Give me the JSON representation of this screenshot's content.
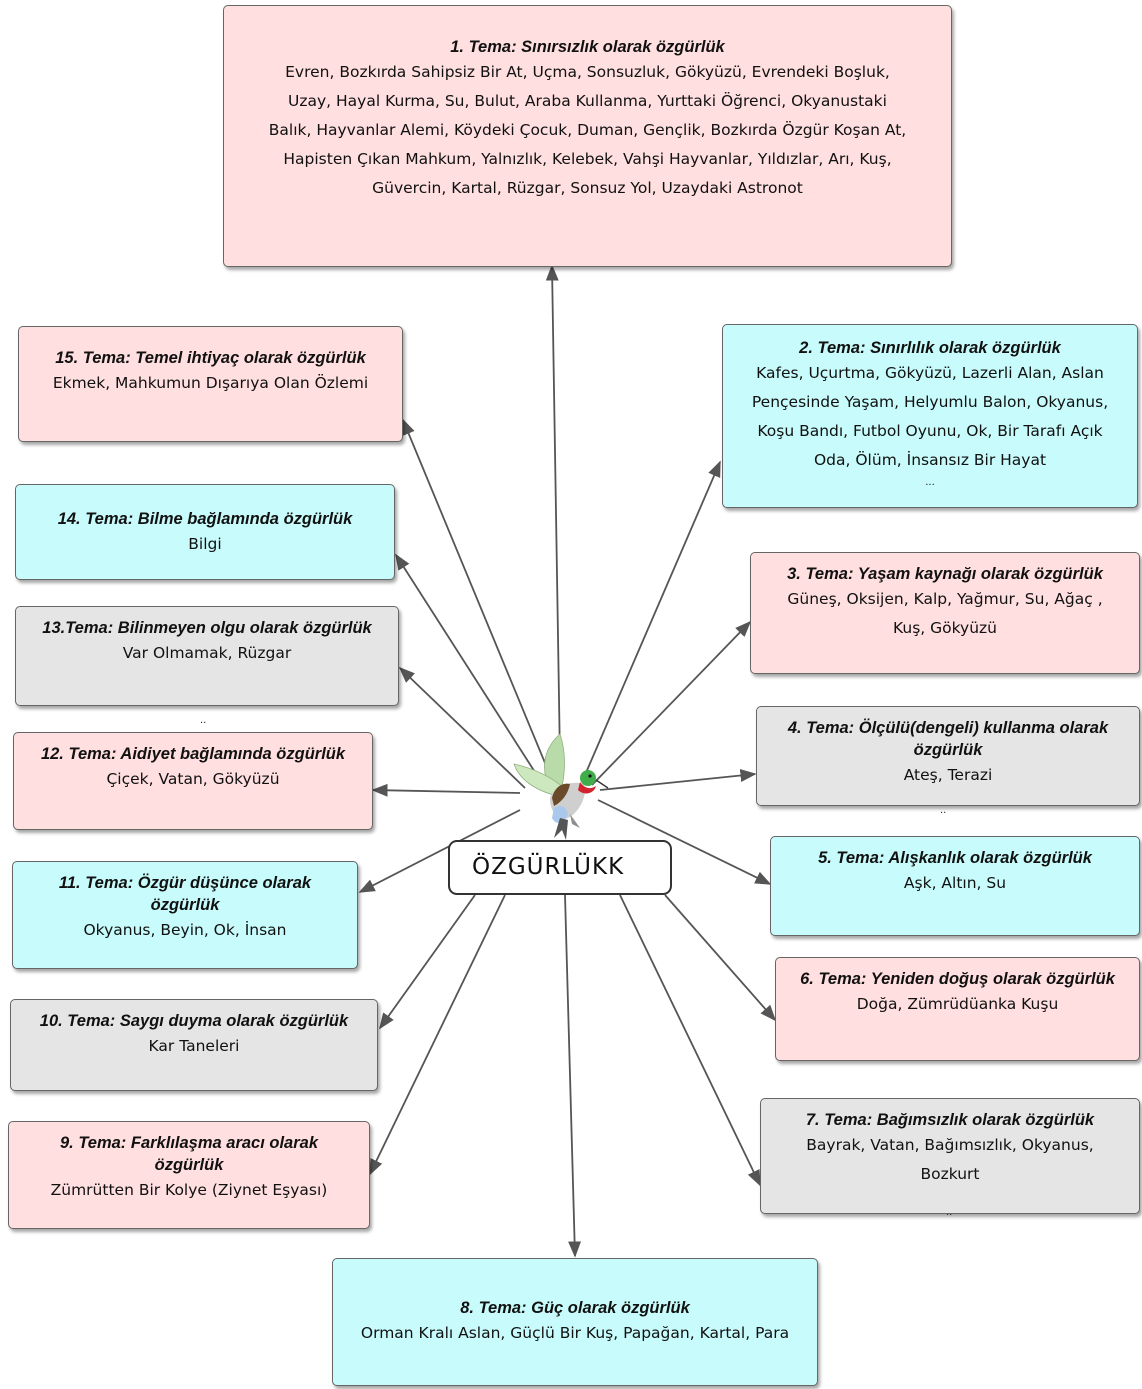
{
  "center": {
    "label": "ÖZGÜRLÜKK",
    "icon": "hummingbird-icon"
  },
  "colors": {
    "pink": "#ffdfdf",
    "cyan": "#c8fbfb",
    "gray": "#e5e5e5",
    "arrow": "#555555"
  },
  "themes": [
    {
      "title": "1. Tema: Sınırsızlık olarak özgürlük",
      "lines": [
        "Evren, Bozkırda Sahipsiz Bir At, Uçma, Sonsuzluk, Gökyüzü, Evrendeki Boşluk,",
        "Uzay, Hayal Kurma, Su, Bulut, Araba Kullanma, Yurttaki Öğrenci, Okyanustaki",
        "Balık, Hayvanlar Alemi, Köydeki Çocuk, Duman, Gençlik, Bozkırda Özgür Koşan At,",
        "Hapisten Çıkan Mahkum, Yalnızlık, Kelebek, Vahşi Hayvanlar, Yıldızlar, Arı, Kuş,",
        "Güvercin, Kartal, Rüzgar, Sonsuz Yol, Uzaydaki Astronot"
      ]
    },
    {
      "title": "2. Tema: Sınırlılık olarak özgürlük",
      "lines": [
        "Kafes, Uçurtma, Gökyüzü, Lazerli Alan, Aslan",
        "Pençesinde Yaşam, Helyumlu Balon, Okyanus,",
        "Koşu Bandı, Futbol Oyunu, Ok, Bir Tarafı Açık",
        "Oda, Ölüm, İnsansız Bir Hayat",
        "..."
      ]
    },
    {
      "title": "3. Tema: Yaşam kaynağı olarak özgürlük",
      "lines": [
        "Güneş, Oksijen, Kalp, Yağmur, Su, Ağaç ,",
        "Kuş,  Gökyüzü"
      ]
    },
    {
      "title": "4. Tema: Ölçülü(dengeli) kullanma olarak özgürlük",
      "lines": [
        "Ateş, Terazi"
      ]
    },
    {
      "title": "5. Tema: Alışkanlık olarak özgürlük",
      "lines": [
        "Aşk, Altın, Su"
      ]
    },
    {
      "title": "6. Tema: Yeniden doğuş olarak özgürlük",
      "lines": [
        "Doğa, Zümrüdüanka Kuşu"
      ]
    },
    {
      "title": "7. Tema: Bağımsızlık olarak özgürlük",
      "lines": [
        "Bayrak, Vatan, Bağımsızlık, Okyanus,",
        "Bozkurt"
      ]
    },
    {
      "title": "8. Tema: Güç olarak özgürlük",
      "lines": [
        "Orman Kralı Aslan, Güçlü Bir Kuş, Papağan, Kartal, Para"
      ]
    },
    {
      "title": "9. Tema: Farklılaşma aracı  olarak özgürlük",
      "lines": [
        "Zümrütten Bir Kolye (Ziynet Eşyası)"
      ]
    },
    {
      "title": "10. Tema: Saygı duyma olarak özgürlük",
      "lines": [
        "Kar Taneleri"
      ]
    },
    {
      "title": "11. Tema: Özgür düşünce olarak özgürlük",
      "lines": [
        "Okyanus, Beyin, Ok, İnsan"
      ]
    },
    {
      "title": "12. Tema: Aidiyet bağlamında özgürlük",
      "lines": [
        "Çiçek, Vatan, Gökyüzü"
      ]
    },
    {
      "title": "13.Tema: Bilinmeyen olgu olarak özgürlük",
      "lines": [
        "Var Olmamak, Rüzgar"
      ]
    },
    {
      "title": "14. Tema: Bilme bağlamında özgürlük",
      "lines": [
        "Bilgi"
      ]
    },
    {
      "title": "15. Tema: Temel ihtiyaç olarak özgürlük",
      "lines": [
        "Ekmek, Mahkumun Dışarıya Olan Özlemi"
      ]
    }
  ],
  "extra_dots": [
    "..",
    "..",
    ".."
  ]
}
